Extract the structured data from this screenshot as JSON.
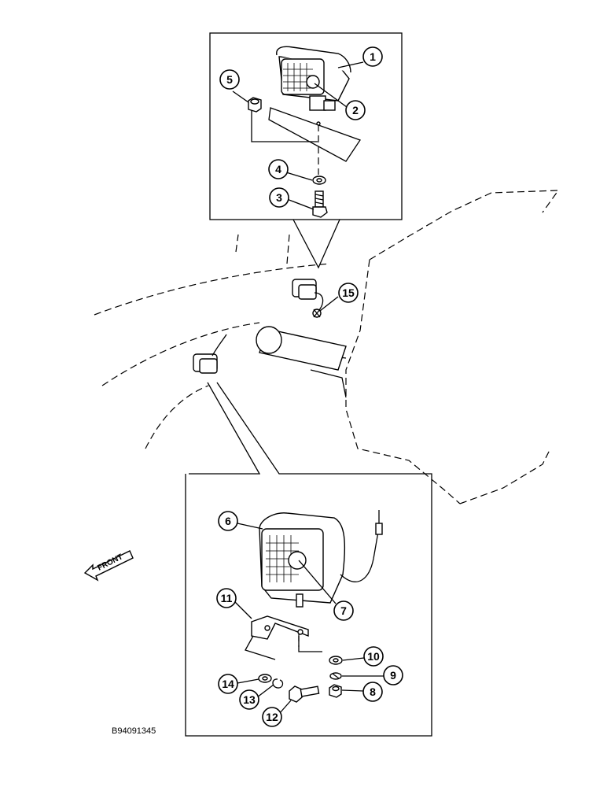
{
  "drawing_code": "B94091345",
  "front_label": "FRONT",
  "callouts": [
    "1",
    "2",
    "3",
    "4",
    "5",
    "6",
    "7",
    "8",
    "9",
    "10",
    "11",
    "12",
    "13",
    "14",
    "15"
  ]
}
